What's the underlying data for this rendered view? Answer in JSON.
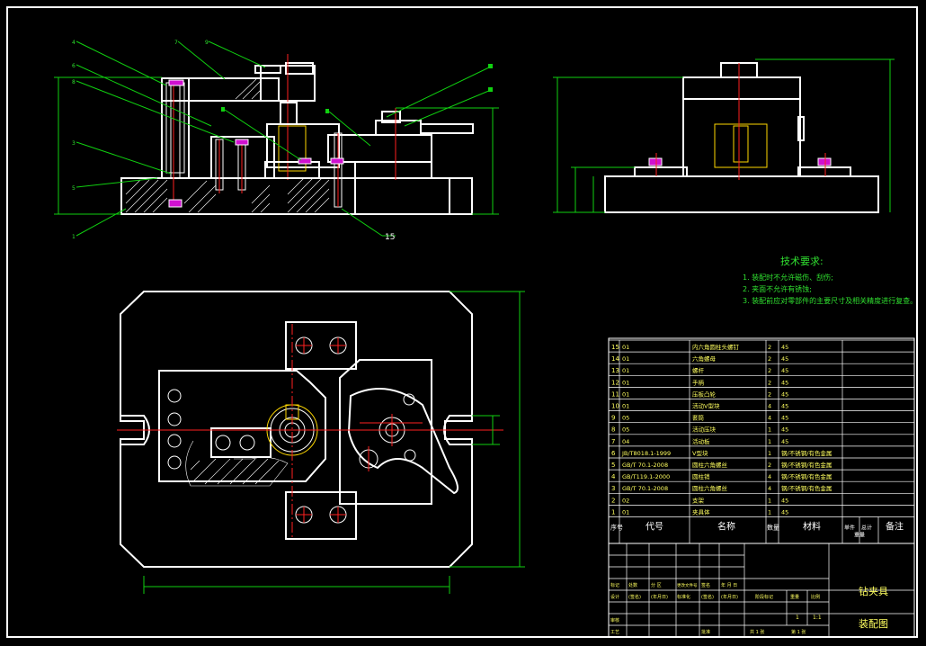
{
  "notes": {
    "title": "技术要求:",
    "lines": [
      "1. 装配时不允许磁伤、刮伤;",
      "2. 夹面不允许有锈蚀;",
      "3. 装配前应对零部件的主要尺寸及相关精度进行复查。"
    ]
  },
  "bom": {
    "rows": [
      [
        "15",
        "01",
        "内六角圆柱头螺钉",
        "2",
        "45",
        ""
      ],
      [
        "14",
        "01",
        "六角螺母",
        "2",
        "45",
        ""
      ],
      [
        "13",
        "01",
        "螺杆",
        "2",
        "45",
        ""
      ],
      [
        "12",
        "01",
        "手柄",
        "2",
        "45",
        ""
      ],
      [
        "11",
        "01",
        "压板凸轮",
        "2",
        "45",
        ""
      ],
      [
        "10",
        "01",
        "活动V型块",
        "4",
        "45",
        ""
      ],
      [
        "9",
        "05",
        "套筒",
        "4",
        "45",
        ""
      ],
      [
        "8",
        "05",
        "活动压块",
        "1",
        "45",
        ""
      ],
      [
        "7",
        "04",
        "活动板",
        "1",
        "45",
        ""
      ],
      [
        "6",
        "JB/T8018.1-1999",
        "V型块",
        "1",
        "钢/不锈钢/有色金属",
        ""
      ],
      [
        "5",
        "GB/T 70.1-2008",
        "圆柱六角螺丝",
        "2",
        "钢/不锈钢/有色金属",
        ""
      ],
      [
        "4",
        "GB/T119.1-2000",
        "圆柱销",
        "4",
        "钢/不锈钢/有色金属",
        ""
      ],
      [
        "3",
        "GB/T 70.1-2008",
        "圆柱六角螺丝",
        "4",
        "钢/不锈钢/有色金属",
        ""
      ],
      [
        "2",
        "02",
        "支架",
        "1",
        "45",
        ""
      ],
      [
        "1",
        "01",
        "夹具体",
        "1",
        "45",
        ""
      ]
    ],
    "header": {
      "seq": "序号",
      "code": "代号",
      "name": "名称",
      "qty": "数量",
      "material": "材料",
      "unit_weight": "单件",
      "total_weight": "总计",
      "weight": "重量",
      "remark": "备注"
    }
  },
  "title_block": {
    "name": "钻夹具",
    "drawing": "装配图",
    "labels": [
      "标记",
      "处数",
      "分 区",
      "更改文件号",
      "签名",
      "年 月 日",
      "设计",
      "(签名)",
      "(年月日)",
      "标准化",
      "(签名)",
      "(年月日)",
      "审核",
      "工艺",
      "批准"
    ],
    "stage": "阶段标记",
    "weight": "重量",
    "scale": "比例",
    "scale_value": "1:1",
    "count_value": "1",
    "sheets": "共 1 张",
    "sheet": "第 1 张"
  },
  "dims": {
    "leader_15": "15",
    "left_labels": [
      "4",
      "6",
      "8",
      "3",
      "5",
      "1"
    ],
    "top_labels": [
      "7",
      "9"
    ]
  }
}
